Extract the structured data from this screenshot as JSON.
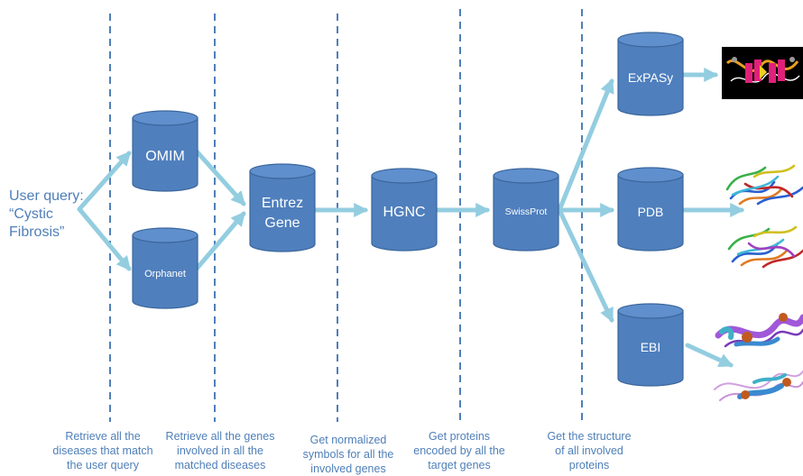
{
  "query": {
    "lines": [
      "User query:",
      "“Cystic",
      "Fibrosis”"
    ]
  },
  "databases": {
    "omim": "OMIM",
    "orphanet": "Orphanet",
    "entrez": [
      "Entrez",
      "Gene"
    ],
    "hgnc": "HGNC",
    "swissprot": "SwissProt",
    "expasy": "ExPASy",
    "pdb": "PDB",
    "ebi": "EBI"
  },
  "steps": [
    [
      "Retrieve all the",
      "diseases that match",
      "the user query"
    ],
    [
      "Retrieve all the genes",
      "involved in all the",
      "matched diseases"
    ],
    [
      "Get normalized",
      "symbols for all the",
      "involved genes"
    ],
    [
      "Get proteins",
      "encoded by all the",
      "target genes"
    ],
    [
      "Get the structure",
      "of all involved",
      "proteins"
    ]
  ],
  "colors": {
    "cylinder_body": "#4f7fbd",
    "cylinder_top": "#5f8fcc",
    "cylinder_stroke": "#3a669c",
    "arrow": "#93cde0",
    "divider": "#4f7fb8",
    "text": "#4f7fb8"
  }
}
